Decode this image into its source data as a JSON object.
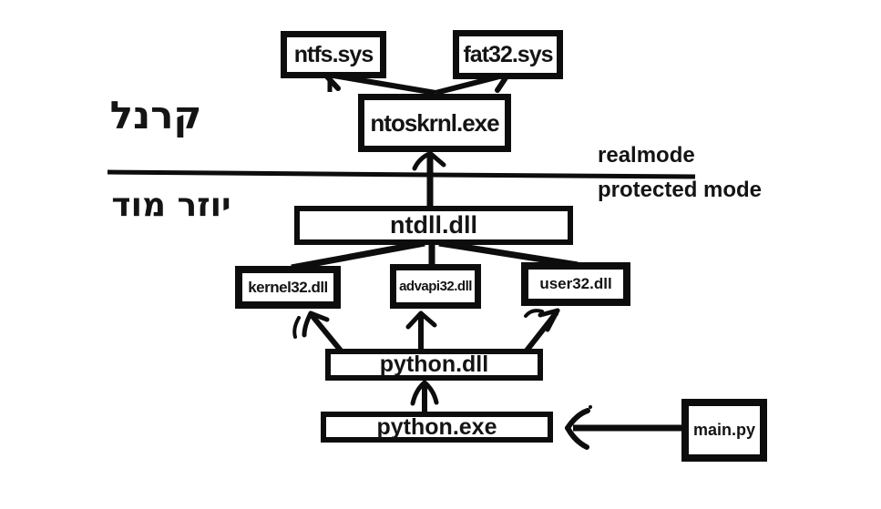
{
  "boxes": {
    "ntfs": "ntfs.sys",
    "fat32": "fat32.sys",
    "ntoskrnl": "ntoskrnl.exe",
    "ntdll": "ntdll.dll",
    "kernel32": "kernel32.dll",
    "advapi32": "advapi32.dll",
    "user32": "user32.dll",
    "pythondll": "python.dll",
    "pythonexe": "python.exe",
    "mainpy": "main.py"
  },
  "labels": {
    "kernel_hebrew": "קרנל",
    "usermode_hebrew": "יוזר מוד",
    "realmode": "realmode",
    "protected_mode": "protected mode"
  },
  "colors": {
    "ink": "#0d0d0d",
    "background": "#ffffff"
  }
}
